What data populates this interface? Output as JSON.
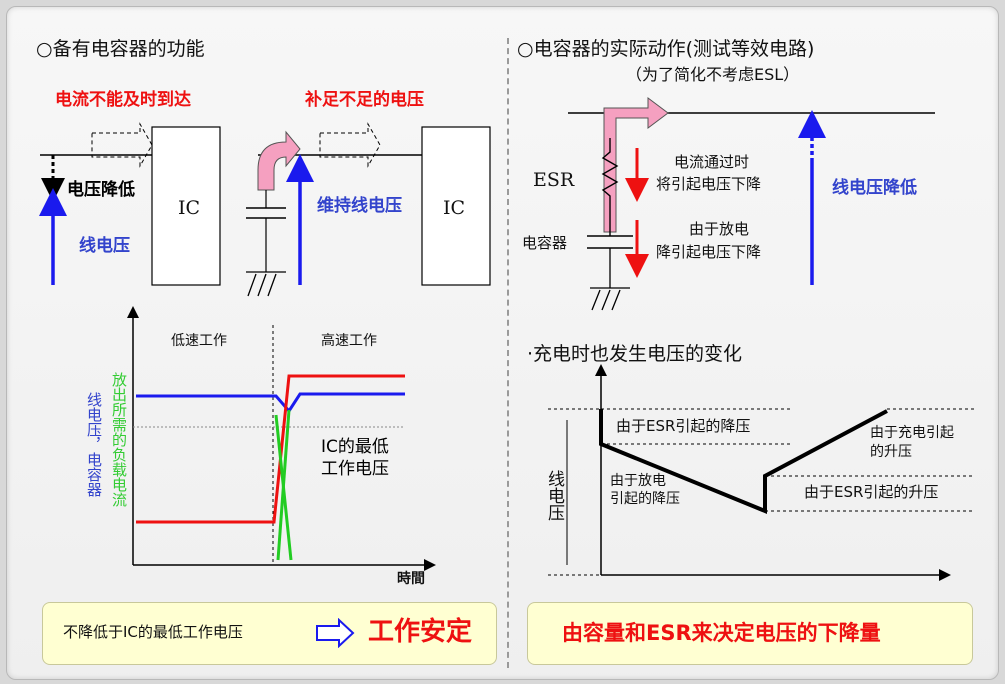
{
  "left": {
    "heading": "备有电容器的功能",
    "flow_not_in_time": "电流不能及时到达",
    "supply_shortfall": "补足不足的电压",
    "voltage_drop": "电压降低",
    "line_voltage": "线电压",
    "maintain_voltage": "维持线电压",
    "ic_left": "IC",
    "ic_right": "IC"
  },
  "left_chart": {
    "low_speed": "低速工作",
    "high_speed": "高速工作",
    "ylabel_line": "线电压，电容器",
    "ylabel_load": "放出所需的负载电流",
    "min_voltage_line1": "IC的最低",
    "min_voltage_line2": "工作电压",
    "xlabel": "時間"
  },
  "right": {
    "heading": "电容器的实际动作(测试等效电路)",
    "subheading": "（为了简化不考虑ESL）",
    "esr": "ESR",
    "capacitor": "电容器",
    "note1_line1": "电流通过时",
    "note1_line2": "将引起电压下降",
    "note2_line1": "由于放电",
    "note2_line2": "降引起电压下降",
    "line_voltage_drop": "线电压降低"
  },
  "right_chart": {
    "heading": "·充电时也发生电压的变化",
    "ylabel": "线电压",
    "esr_drop": "由于ESR引起的降压",
    "discharge_line1": "由于放电",
    "discharge_line2": "引起的降压",
    "charge_line1": "由于充电引起",
    "charge_line2": "的升压",
    "esr_rise": "由于ESR引起的升压"
  },
  "bottom": {
    "left_text": "不降低于IC的最低工作电压",
    "left_result": "工作安定",
    "right_text": "由容量和ESR来决定电压的下降量"
  },
  "colors": {
    "red": "#e11111",
    "blue": "#1a1aee",
    "green": "#22cc22",
    "pink": "#f5a0c0",
    "box": "#ffffd2"
  }
}
